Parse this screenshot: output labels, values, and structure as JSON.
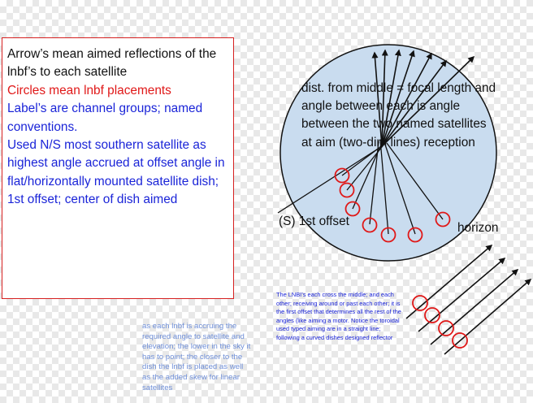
{
  "legend": {
    "line1": "Arrow’s mean aimed reflections of the lnbf’s to each satellite",
    "line2": "Circles mean lnbf placements",
    "line3": "Label’s are channel groups; named conventions.",
    "line4": "Used N/S most southern satellite as highest angle accrued at offset angle in flat/horizontally mounted satellite dish; 1st offset; center of dish aimed"
  },
  "dish": {
    "label": "dist. from middle = focal length and angle between each is angle between the two named satellites at aim (two-dim lines) reception",
    "offset_label": "(S) 1st offset",
    "horizon_label": "horizon"
  },
  "notes": {
    "lnbi_note": "The LNBI’s each cross the middle; and each other; receiving around or past each other; it is the first offset that determines all the rest of the angles (like aiming a motor. Notice the toroidal used typed aiming are in a straight line; following a curved dishes designed reflector",
    "bottom_note": "as each lnbf is accruing the required angle to satellite and elevation; the lower in the sky it has to point; the closer to the dish the lnbf is placed as well as the added skew for linear satellites"
  },
  "colors": {
    "dish_fill": "#c9dcef",
    "circle_stroke": "#e01818",
    "arrow": "#111111",
    "legend_border": "#d62020",
    "blue_text": "#1a24d8",
    "light_blue_text": "#6f8fd8"
  }
}
